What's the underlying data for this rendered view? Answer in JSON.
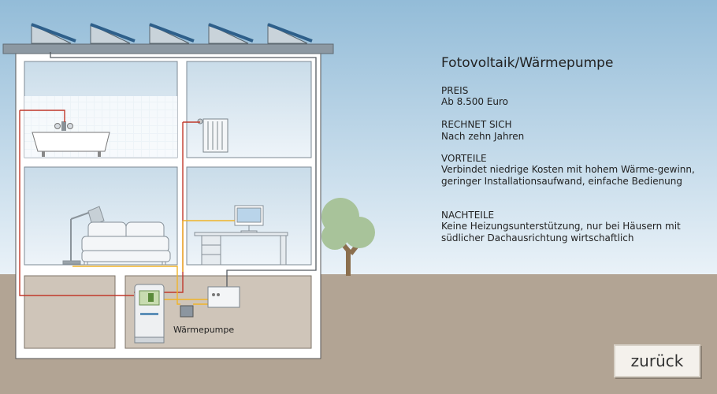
{
  "title": "Fotovoltaik/Wärmepumpe",
  "sections": [
    {
      "heading": "PREIS",
      "text": "Ab 8.500 Euro"
    },
    {
      "heading": "RECHNET SICH",
      "text": "Nach zehn Jahren"
    },
    {
      "heading": "VORTEILE",
      "text": "Verbindet niedrige Kosten mit hohem Wärme-gewinn, geringer Installationsaufwand, einfache Bedienung"
    },
    {
      "heading": "NACHTEILE",
      "text": "Keine Heizungsunterstützung, nur bei Häusern mit südlicher Dachausrichtung wirtschaftlich"
    }
  ],
  "diagram": {
    "heat_pump_label": "Wärmepumpe"
  },
  "back_button": "zurück",
  "colors": {
    "sky_top": "#93bcd8",
    "sky_bottom": "#e8f1f7",
    "ground": "#b2a494",
    "pipe_red": "#c0392b",
    "pipe_yellow": "#f0b429",
    "pipe_grey": "#555a60"
  }
}
